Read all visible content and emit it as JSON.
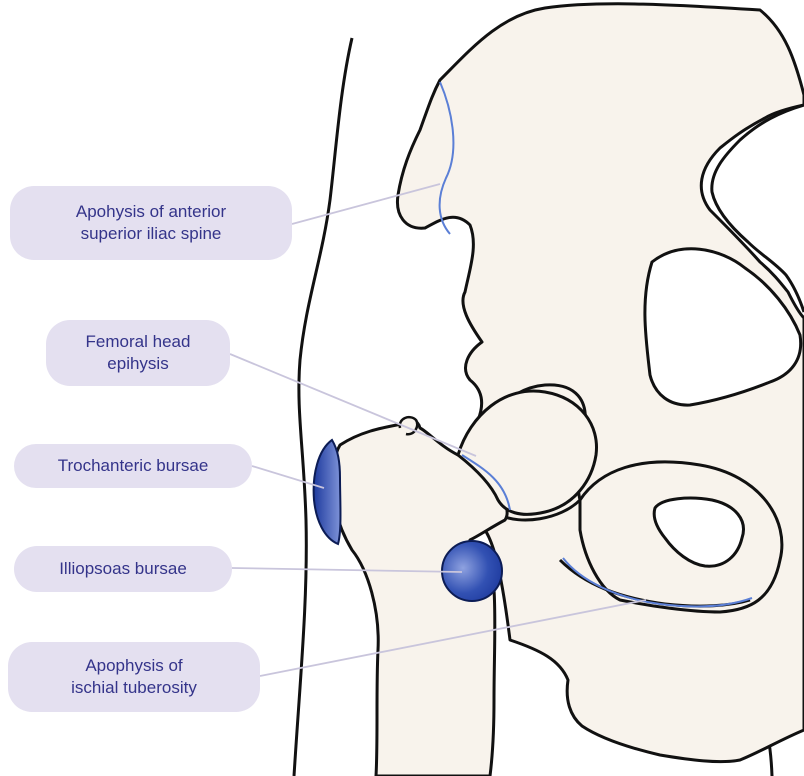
{
  "labels": [
    {
      "id": "asis",
      "text": "Apohysis of anterior\nsuperior iliac spine"
    },
    {
      "id": "femoral",
      "text": "Femoral head\nepihysis"
    },
    {
      "id": "trochanteric",
      "text": "Trochanteric bursae"
    },
    {
      "id": "iliopsoas",
      "text": "Illiopsoas bursae"
    },
    {
      "id": "ischial",
      "text": "Apophysis of\nischial tuberosity"
    }
  ],
  "colors": {
    "bone_fill": "#f8f3ec",
    "outline": "#111111",
    "accent_line": "#5b7fd6",
    "leader_line": "#c9c5dc",
    "bursa_dark": "#1e3a9e",
    "bursa_light": "#7e93d8",
    "pill_bg": "#e4e0f0",
    "label_text": "#34348a"
  }
}
